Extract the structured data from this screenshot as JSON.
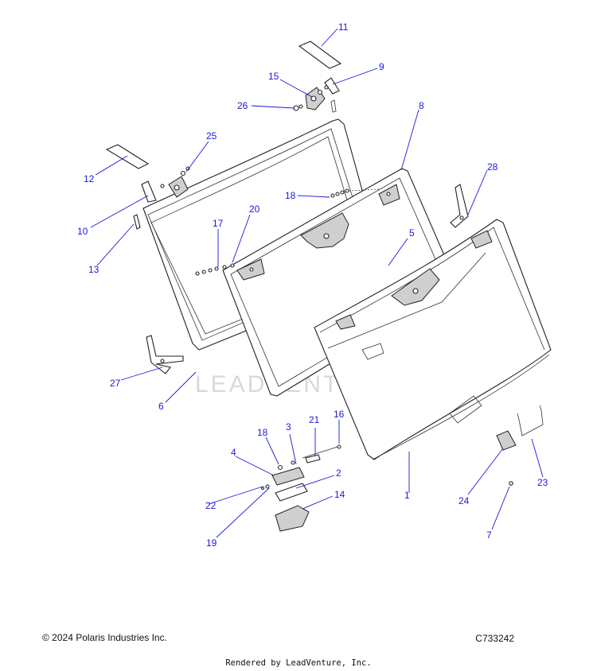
{
  "callouts": [
    {
      "id": "c11",
      "label": "11"
    },
    {
      "id": "c9",
      "label": "9"
    },
    {
      "id": "c15",
      "label": "15"
    },
    {
      "id": "c26",
      "label": "26"
    },
    {
      "id": "c8",
      "label": "8"
    },
    {
      "id": "c25",
      "label": "25"
    },
    {
      "id": "c12",
      "label": "12"
    },
    {
      "id": "c28",
      "label": "28"
    },
    {
      "id": "c18a",
      "label": "18"
    },
    {
      "id": "c10",
      "label": "10"
    },
    {
      "id": "c20",
      "label": "20"
    },
    {
      "id": "c17",
      "label": "17"
    },
    {
      "id": "c5",
      "label": "5"
    },
    {
      "id": "c13",
      "label": "13"
    },
    {
      "id": "c27",
      "label": "27"
    },
    {
      "id": "c6",
      "label": "6"
    },
    {
      "id": "c16",
      "label": "16"
    },
    {
      "id": "c3",
      "label": "3"
    },
    {
      "id": "c21",
      "label": "21"
    },
    {
      "id": "c18b",
      "label": "18"
    },
    {
      "id": "c4",
      "label": "4"
    },
    {
      "id": "c2",
      "label": "2"
    },
    {
      "id": "c1",
      "label": "1"
    },
    {
      "id": "c14",
      "label": "14"
    },
    {
      "id": "c22",
      "label": "22"
    },
    {
      "id": "c24",
      "label": "24"
    },
    {
      "id": "c23",
      "label": "23"
    },
    {
      "id": "c19",
      "label": "19"
    },
    {
      "id": "c7",
      "label": "7"
    }
  ],
  "watermark": "LEADVENTURE",
  "footer": {
    "copyright": "© 2024 Polaris Industries Inc.",
    "diagram_code": "C733242",
    "rendered_by": "Rendered by LeadVenture, Inc."
  },
  "colors": {
    "callout": "#1a1adb",
    "line": "#222222",
    "watermark": "#d9d9d9"
  }
}
